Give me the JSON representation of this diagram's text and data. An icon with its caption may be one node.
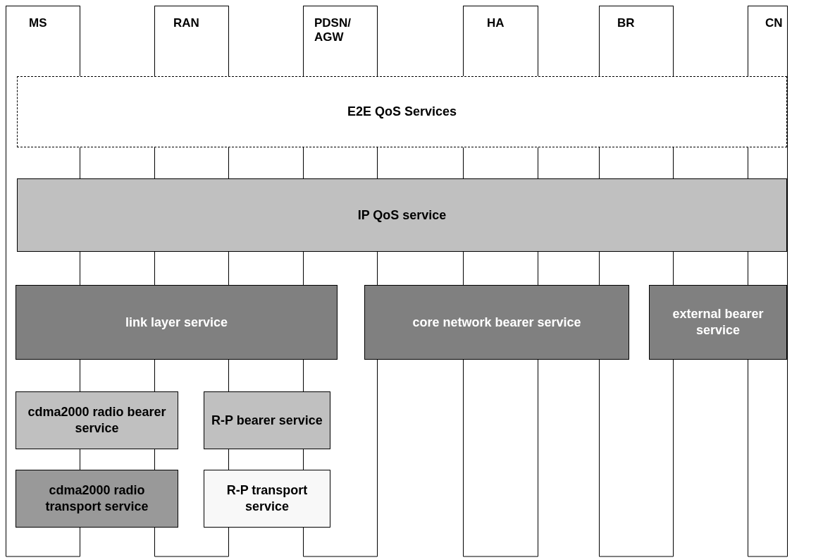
{
  "diagram": {
    "nodes": [
      {
        "text": [
          "MS"
        ]
      },
      {
        "text": [
          "RAN"
        ]
      },
      {
        "text": [
          "PDSN/ AGW"
        ]
      },
      {
        "text": [
          "HA"
        ]
      },
      {
        "text": [
          "BR"
        ]
      },
      {
        "text": [
          "CN"
        ]
      },
      {
        "text": [
          "E2E QoS Services"
        ]
      },
      {
        "text": [
          "IP QoS service"
        ]
      },
      {
        "text": [
          "link layer service"
        ]
      },
      {
        "text": [
          "core network bearer service"
        ]
      },
      {
        "text": [
          "external bearer service"
        ]
      },
      {
        "text": [
          "cdma2000 radio bearer service"
        ]
      },
      {
        "text": [
          "R-P bearer service"
        ]
      },
      {
        "text": [
          "cdma2000 radio transport service"
        ]
      },
      {
        "text": [
          "R-P transport service"
        ]
      }
    ],
    "edges": []
  }
}
